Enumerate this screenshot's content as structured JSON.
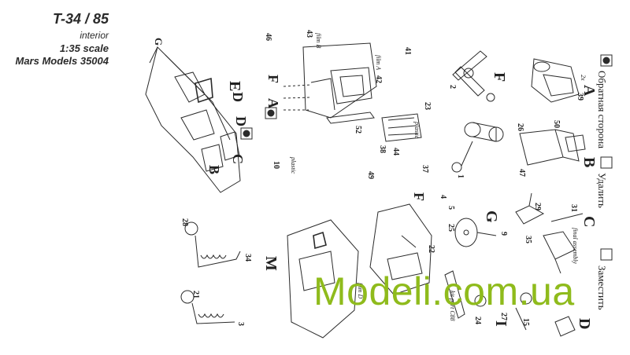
{
  "header": {
    "title": "T-34 / 85",
    "subtitle": "interior",
    "scale": "1:35 scale",
    "maker": "Mars Models 35004"
  },
  "watermark": "Modeli.com.ua",
  "legend": {
    "reverse_side": "Обратная сторона",
    "remove": "Удалить",
    "replace": "Заместить"
  },
  "step_letters": [
    "A",
    "B",
    "C",
    "D",
    "E",
    "F",
    "G",
    "I",
    "M"
  ],
  "notes": {
    "film_a": "film A",
    "film_b": "film B",
    "plastic": "plastic",
    "final_assembly": "final assembly",
    "kit_part": "kit part C88",
    "film_d": "film D",
    "x2": "2x"
  },
  "part_numbers": [
    "1",
    "2",
    "3",
    "4",
    "5",
    "9",
    "10",
    "15",
    "21",
    "22",
    "23",
    "24",
    "25",
    "26",
    "27",
    "28",
    "29",
    "31",
    "34",
    "35",
    "37",
    "38",
    "39",
    "41",
    "42",
    "43",
    "44",
    "46",
    "47",
    "49",
    "50",
    "52"
  ],
  "colors": {
    "line": "#2b2b2b",
    "watermark": "#8fbb1c"
  }
}
